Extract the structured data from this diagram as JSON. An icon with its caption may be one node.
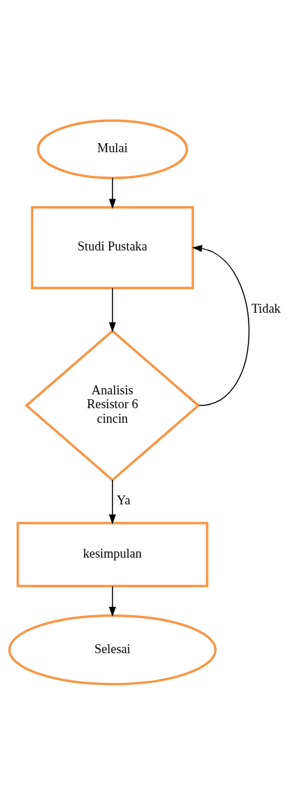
{
  "diagram": {
    "nodes": [
      {
        "text": [
          "Mulai"
        ]
      },
      {
        "text": [
          "Studi Pustaka"
        ]
      },
      {
        "text": [
          "Analisis Resistor 6 cincin"
        ]
      },
      {
        "text": [
          "kesimpulan"
        ]
      },
      {
        "text": [
          "Selesai"
        ]
      }
    ],
    "edges": [
      {
        "from": 0,
        "to": 1,
        "arrow": "to"
      },
      {
        "from": 1,
        "to": 2,
        "arrow": "to"
      },
      {
        "from": 2,
        "to": 1,
        "arrow": "to",
        "label": "Tidak"
      },
      {
        "from": 2,
        "to": 3,
        "arrow": "to",
        "label": "Ya"
      },
      {
        "from": 3,
        "to": 4,
        "arrow": "to"
      }
    ]
  }
}
